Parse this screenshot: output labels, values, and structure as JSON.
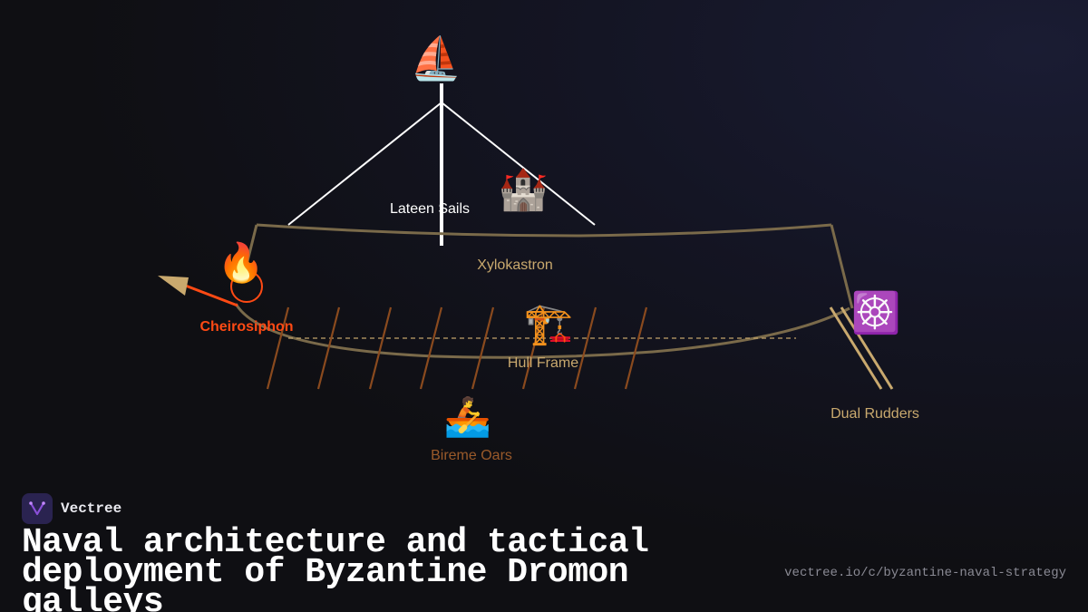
{
  "brand": {
    "name": "Vectree",
    "accent": "#8a4fd8"
  },
  "title": "Naval architecture and tactical deployment of Byzantine Dromon galleys",
  "url": "vectree.io/c/byzantine-naval-strategy",
  "components": {
    "sails": {
      "label": "Lateen Sails",
      "icon": "sailboat-icon",
      "glyph": "⛵",
      "color": "#ffffff"
    },
    "xylokastron": {
      "label": "Xylokastron",
      "icon": "castle-icon",
      "glyph": "🏰",
      "color": "#c9a96e"
    },
    "cheirosiphon": {
      "label": "Cheirosiphon",
      "icon": "fire-icon",
      "glyph": "🔥",
      "color": "#ff4a14"
    },
    "hull": {
      "label": "Hull Frame",
      "icon": "construction-crane-icon",
      "glyph": "🏗️",
      "color": "#c9a96e"
    },
    "oars": {
      "label": "Bireme Oars",
      "icon": "rowboat-icon",
      "glyph": "🚣",
      "color": "#9a5a2a"
    },
    "rudders": {
      "label": "Dual Rudders",
      "icon": "ship-wheel-icon",
      "glyph": "☸️",
      "color": "#c9a96e"
    }
  },
  "colors": {
    "hull_line": "#7a6a4a",
    "oar_line": "#8a4a1e",
    "rudder_line": "#c9a96e",
    "ram": "#c9a96e",
    "mast": "#ffffff"
  }
}
